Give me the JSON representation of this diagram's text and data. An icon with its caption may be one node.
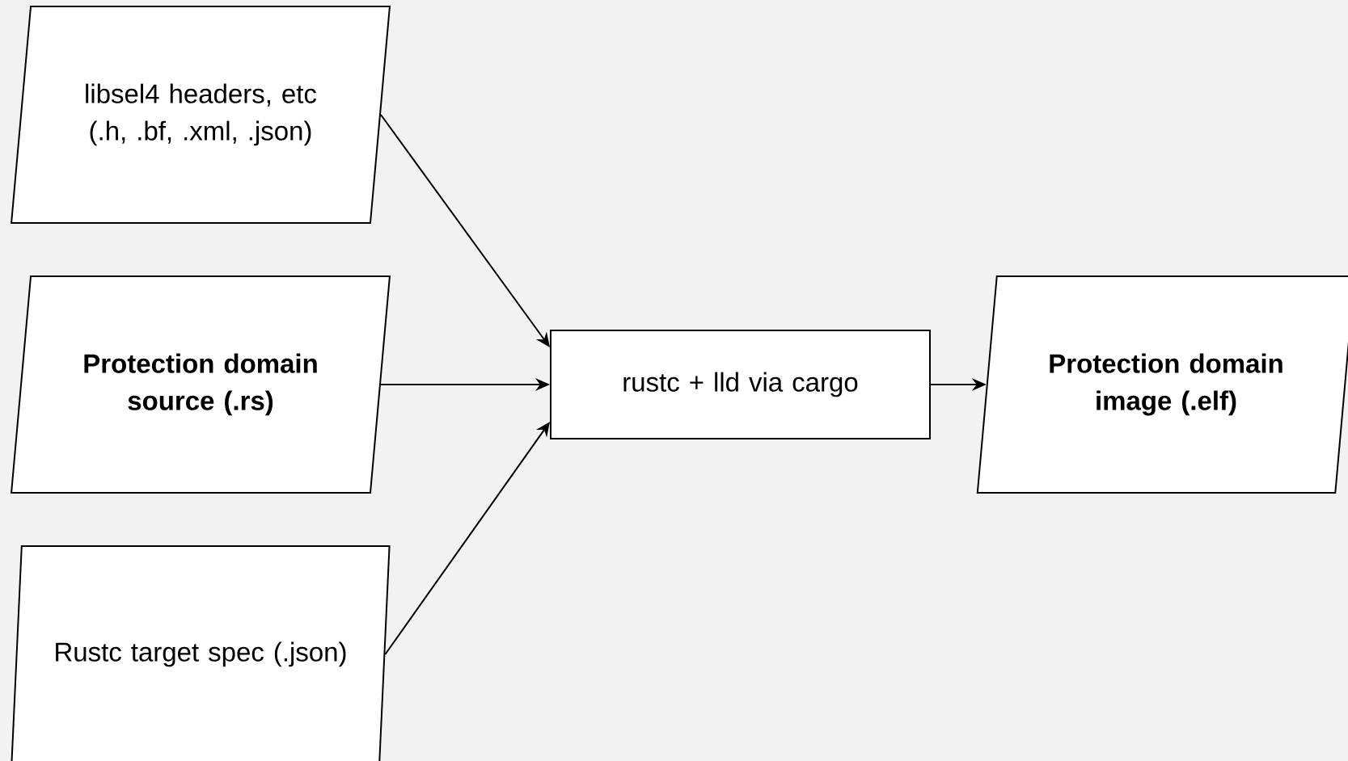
{
  "diagram": {
    "nodes": [
      {
        "text": [
          "libsel4 headers, etc (.h, .bf, .xml, .json)"
        ]
      },
      {
        "text": [
          "Protection domain source (.rs)"
        ]
      },
      {
        "text": [
          "Rustc target spec (.json)"
        ]
      },
      {
        "text": [
          "rustc + lld via cargo"
        ]
      },
      {
        "text": [
          "Protection domain image (.elf)"
        ]
      }
    ],
    "edges": [
      {
        "from": 0,
        "to": 3,
        "arrow": "to"
      },
      {
        "from": 1,
        "to": 3,
        "arrow": "to"
      },
      {
        "from": 2,
        "to": 3,
        "arrow": "to"
      },
      {
        "from": 3,
        "to": 4,
        "arrow": "to"
      }
    ]
  }
}
